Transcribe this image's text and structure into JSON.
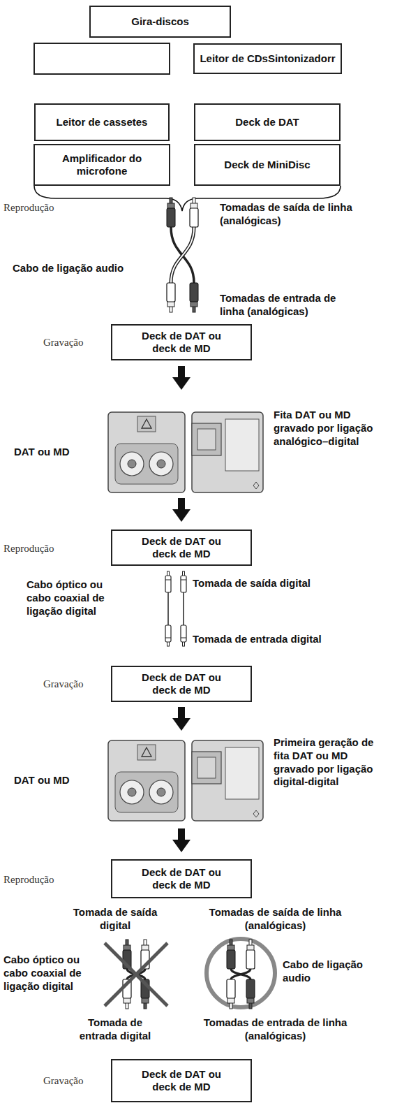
{
  "diagram": {
    "nodes": [
      {
        "text": [
          "Gira-discos"
        ]
      },
      {
        "text": [
          "Leitor de CDsSintonizadorr"
        ]
      },
      {
        "text": [
          "Leitor de cassetes"
        ]
      },
      {
        "text": [
          "Deck de DAT"
        ]
      },
      {
        "text": [
          "Amplificador do microfone"
        ]
      },
      {
        "text": [
          "Deck de MiniDisc"
        ]
      },
      {
        "text": [
          "Deck de DAT ou deck de MD"
        ]
      },
      {
        "text": [
          "Deck de DAT ou deck de MD"
        ]
      },
      {
        "text": [
          "Deck de DAT ou deck de MD"
        ]
      },
      {
        "text": [
          "Deck de DAT ou deck de MD"
        ]
      },
      {
        "text": [
          "Deck de DAT ou deck de MD"
        ]
      }
    ],
    "labels": [
      "Reprodução",
      "Tomadas de saída de linha (analógicas)",
      "Cabo de ligação audio",
      "Tomadas de entrada de linha (analógicas)",
      "Gravação",
      "DAT ou MD",
      "Fita DAT ou MD gravado por ligação analógico–digital",
      "Reprodução",
      "Cabo óptico ou cabo coaxial de ligação digital",
      "Tomada de saída digital",
      "Tomada de entrada digital",
      "Gravação",
      "DAT ou MD",
      "Primeira geração de fita DAT ou MD gravado por ligação digital-digital",
      "Reprodução",
      "Tomada de saída digital",
      "Tomadas de saída de linha (analógicas)",
      "Cabo óptico ou cabo coaxial de ligação digital",
      "Cabo de ligação audio",
      "Tomada de entrada digital",
      "Tomadas de entrada de linha (analógicas)",
      "Gravação"
    ]
  }
}
